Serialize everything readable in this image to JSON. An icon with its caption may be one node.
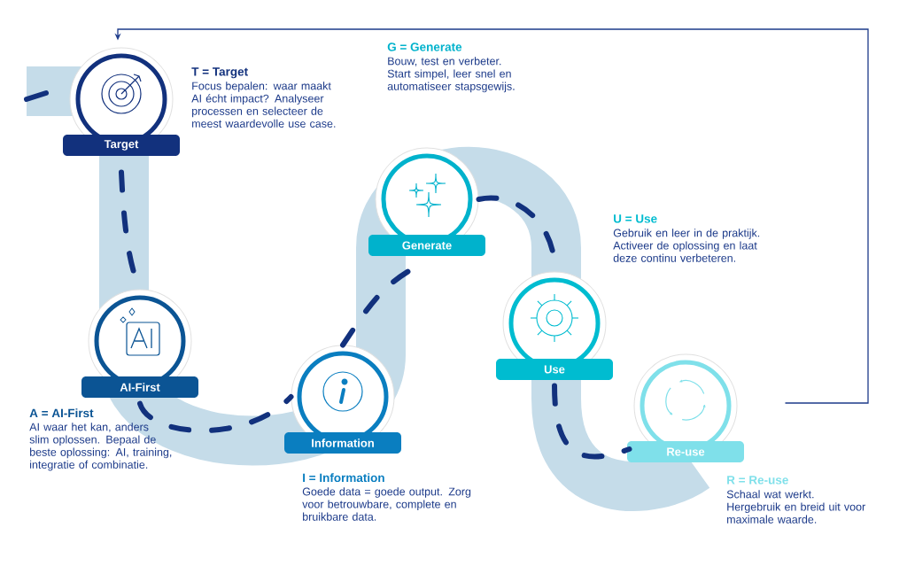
{
  "diagram": {
    "nodes": [
      {
        "text": [
          "Target"
        ],
        "beside": [
          "T = Target",
          "Focus bepalen: waar maakt AI écht impact? Analyseer processen en selecteer de meest waardevolle use case."
        ]
      },
      {
        "text": [
          "AI-First"
        ],
        "beside": [
          "A = AI-First",
          "AI waar het kan, anders slim oplossen. Bepaal de beste oplossing: AI, training, integratie of combinatie."
        ]
      },
      {
        "text": [
          "Information"
        ],
        "beside": [
          "I = Information",
          "Goede data = goede output. Zorg voor betrouwbare, complete en bruikbare data."
        ]
      },
      {
        "text": [
          "Generate"
        ],
        "beside": [
          "G = Generate",
          "Bouw, test en verbeter. Start simpel, leer snel en automatiseer stapsgewijs."
        ]
      },
      {
        "text": [
          "Use"
        ],
        "beside": [
          "U = Use",
          "Gebruik en leer in de praktijk. Activeer de oplossing en laat deze continu verbeteren."
        ]
      },
      {
        "text": [
          "Re-use"
        ],
        "beside": [
          "R = Re-use",
          "Schaal wat werkt. Hergebruik en breid uit voor maximale waarde."
        ]
      }
    ],
    "edges": [
      {
        "from": 0,
        "to": 1,
        "arrow": "none",
        "style": "dashed"
      },
      {
        "from": 1,
        "to": 2,
        "arrow": "none",
        "style": "dashed"
      },
      {
        "from": 2,
        "to": 3,
        "arrow": "none",
        "style": "dashed"
      },
      {
        "from": 3,
        "to": 4,
        "arrow": "none",
        "style": "dashed"
      },
      {
        "from": 4,
        "to": 5,
        "arrow": "none",
        "style": "dashed"
      },
      {
        "from": 5,
        "to": 0,
        "arrow": "to"
      }
    ]
  }
}
